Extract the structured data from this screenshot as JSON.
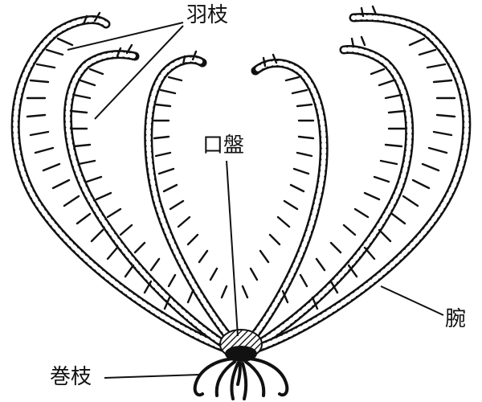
{
  "labels": {
    "pinnules": "羽枝",
    "oral_disc": "口盤",
    "arm": "腕",
    "cirri": "巻枝"
  },
  "colors": {
    "ink": "#111111",
    "background": "#ffffff"
  }
}
